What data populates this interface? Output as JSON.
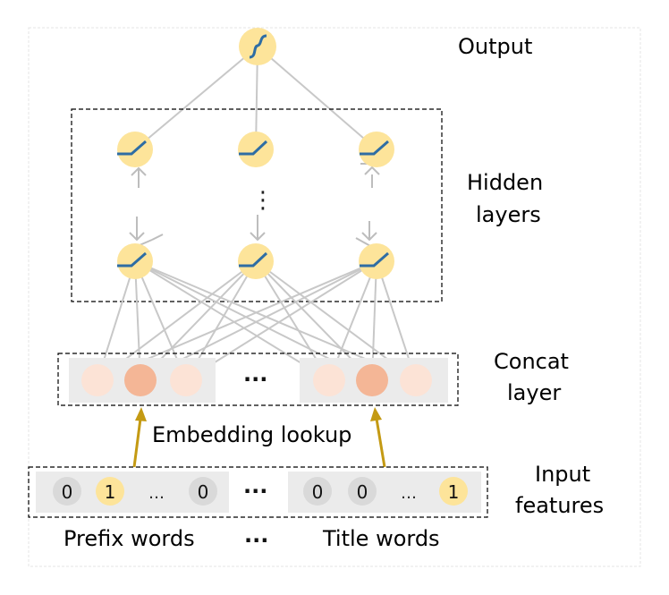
{
  "labels": {
    "output": "Output",
    "hidden_line1": "Hidden",
    "hidden_line2": "layers",
    "concat_line1": "Concat",
    "concat_line2": "layer",
    "input_line1": "Input",
    "input_line2": "features",
    "embedding": "Embedding lookup",
    "prefix_words": "Prefix words",
    "title_words": "Title words",
    "concat_ellipsis": "···",
    "input_ellipsis": "···",
    "bottom_ellipsis": "···",
    "hidden_vdots": "⋮"
  },
  "input_features": {
    "prefix": [
      "0",
      "1",
      "…",
      "0"
    ],
    "title": [
      "0",
      "0",
      "…",
      "1"
    ]
  },
  "colors": {
    "node_fill": "#fde49a",
    "curve": "#2e6da4",
    "edge": "#c8c8c8",
    "embed_light": "#fce3d6",
    "embed_dark": "#f4b696",
    "panel": "#ebebeb",
    "arrow": "#c49a13",
    "zero_badge": "#d9d9d9",
    "one_badge": "#fde49a"
  }
}
